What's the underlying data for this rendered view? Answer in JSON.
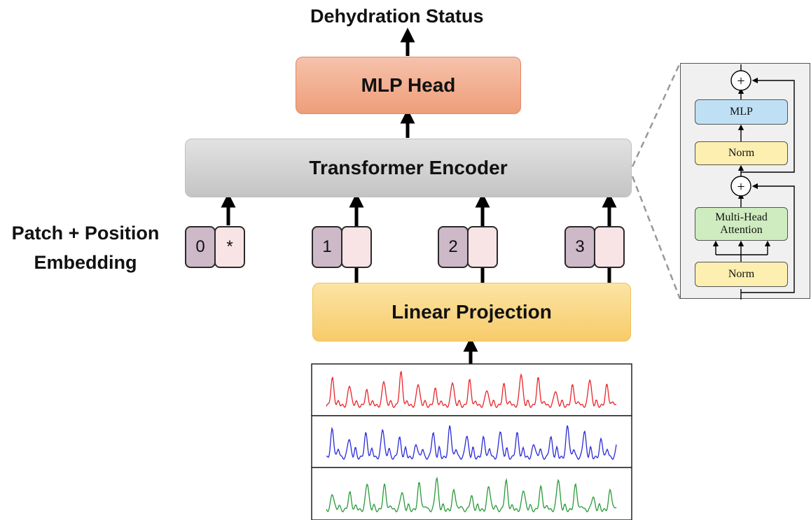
{
  "output": {
    "title": "Dehydration Status"
  },
  "blocks": {
    "mlp_head": "MLP Head",
    "transformer_encoder": "Transformer Encoder",
    "linear_projection": "Linear Projection"
  },
  "embedding": {
    "label_line1": "Patch + Position",
    "label_line2": "Embedding",
    "tokens": [
      {
        "position": "0",
        "patch": "*"
      },
      {
        "position": "1",
        "patch": ""
      },
      {
        "position": "2",
        "patch": ""
      },
      {
        "position": "3",
        "patch": ""
      }
    ]
  },
  "encoder_detail": {
    "mlp": "MLP",
    "norm_top": "Norm",
    "attention": "Multi-Head\nAttention",
    "norm_bottom": "Norm",
    "add_symbol": "+"
  },
  "signals": {
    "colors": [
      "#e8262a",
      "#2a2ad8",
      "#2a9a3a"
    ]
  },
  "colors": {
    "mlp_head": "#f3ae8f",
    "encoder": "#d4d4d4",
    "linear": "#f9d57f",
    "position_token": "#cdb9c8",
    "patch_token": "#f8e3e5"
  }
}
